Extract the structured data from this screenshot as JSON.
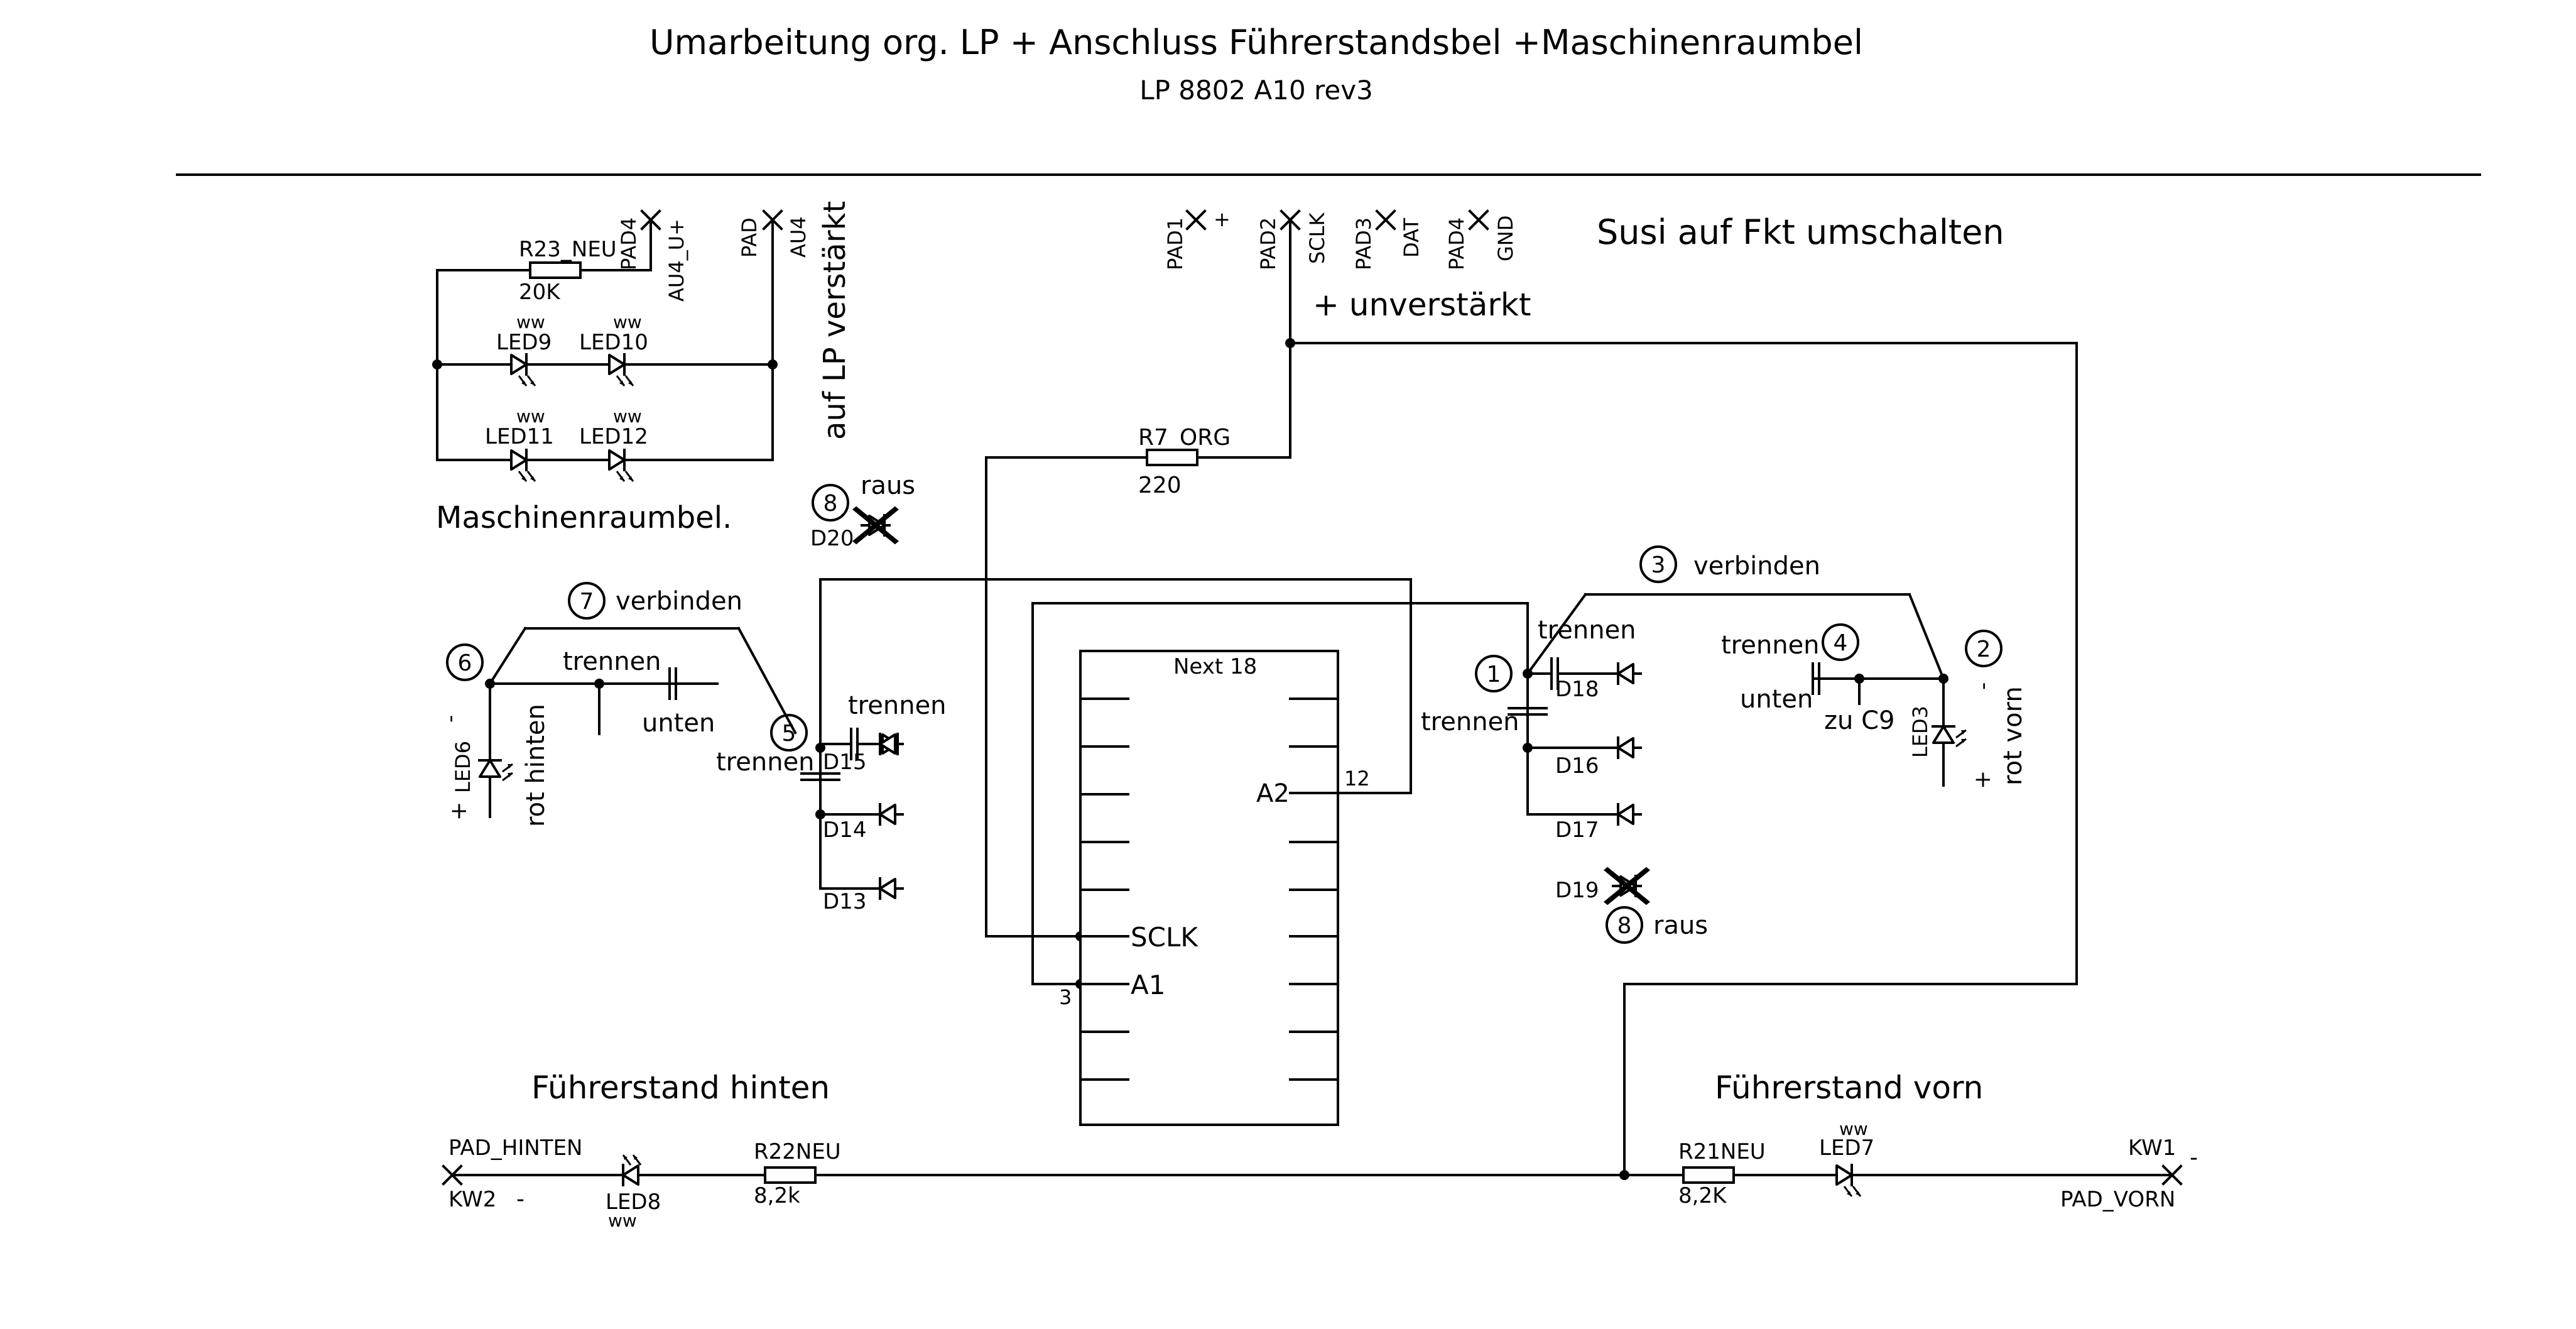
{
  "header": {
    "title": "Umarbeitung org. LP + Anschluss Führerstandsbel +Maschinenraumbel",
    "subtitle": "LP 8802 A10 rev3"
  },
  "notes": {
    "susi": "Susi auf Fkt umschalten",
    "unverstaerkt": "+ unverstärkt",
    "auf_lp": "auf LP verstärkt",
    "maschinenraum": "Maschinenraumbel.",
    "fuehrerstand_hinten": "Führerstand hinten",
    "fuehrerstand_vorn": "Führerstand vorn"
  },
  "pads": {
    "pad1": "PAD1",
    "pad1_sig": "+",
    "pad2": "PAD2",
    "pad2_sig": "SCLK",
    "pad3": "PAD3",
    "pad3_sig": "DAT",
    "pad4": "PAD4",
    "pad4_sig": "GND",
    "pad4_top": "PAD4",
    "pad4_top_sig": "AU4_U+",
    "pad_top": "PAD",
    "pad_top_sig": "AU4",
    "pad_hinten": "PAD_HINTEN",
    "kw2": "KW2",
    "kw2_pol": "-",
    "pad_vorn": "PAD_VORN",
    "kw1": "KW1",
    "kw1_pol": "-"
  },
  "resistors": {
    "r23": "R23_NEU",
    "r23_val": "20K",
    "r7": "R7_ORG",
    "r7_val": "220",
    "r22": "R22NEU",
    "r22_val": "8,2k",
    "r21": "R21NEU",
    "r21_val": "8,2K"
  },
  "leds": {
    "led9": "LED9",
    "led10": "LED10",
    "led11": "LED11",
    "led12": "LED12",
    "led6": "LED6",
    "led6_desc": "rot hinten",
    "led6_plus": "+",
    "led6_minus": "-",
    "led3": "LED3",
    "led3_desc": "rot vorn",
    "led3_plus": "+",
    "led3_minus": "-",
    "led8": "LED8",
    "led7": "LED7",
    "ww": "ww"
  },
  "diodes": {
    "d20": "D20",
    "d15": "D15",
    "d14": "D14",
    "d13": "D13",
    "d18": "D18",
    "d16": "D16",
    "d17": "D17",
    "d19": "D19"
  },
  "chip": {
    "name": "Next 18",
    "a2": "A2",
    "pin12": "12",
    "sclk": "SCLK",
    "a1": "A1",
    "pin3": "3"
  },
  "markers": {
    "m1": "1",
    "m2": "2",
    "m3": "3",
    "m4": "4",
    "m5": "5",
    "m6": "6",
    "m7": "7",
    "m8": "8"
  },
  "actions": {
    "raus": "raus",
    "verbinden": "verbinden",
    "trennen": "trennen",
    "unten": "unten",
    "zu_c9": "zu C9"
  }
}
